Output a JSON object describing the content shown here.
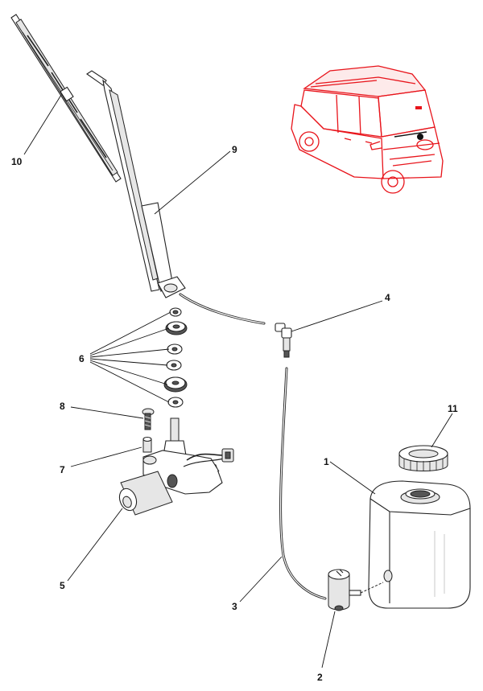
{
  "callouts": {
    "p1": "1",
    "p2": "2",
    "p3": "3",
    "p4": "4",
    "p5": "5",
    "p6": "6",
    "p7": "7",
    "p8": "8",
    "p9": "9",
    "p10": "10",
    "p11": "11"
  },
  "colors": {
    "vehicle_highlight": "#e8141b",
    "line_art": "#222222"
  }
}
